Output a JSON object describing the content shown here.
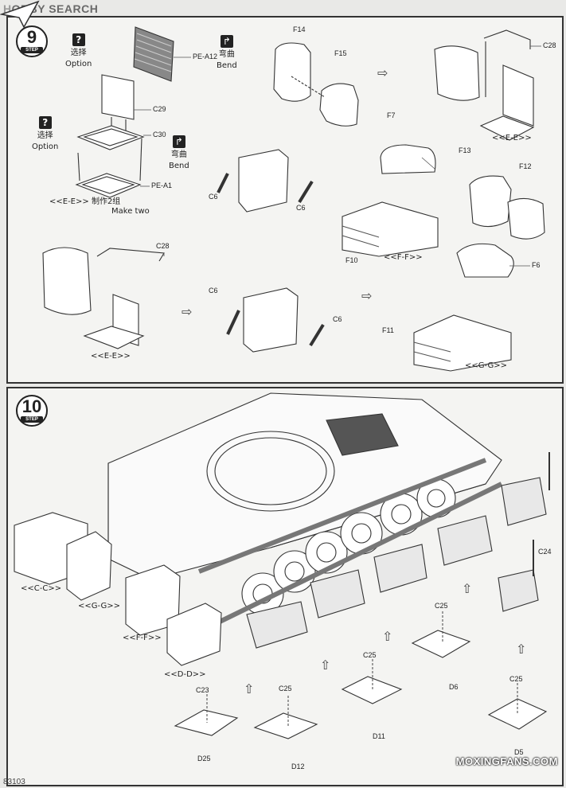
{
  "watermark": {
    "hobby": "H",
    "obby": "OBBY",
    "search": "SEARCH"
  },
  "step9": {
    "number": "9",
    "step_tag": "STEP",
    "option1": {
      "cn": "选择",
      "en": "Option"
    },
    "option2": {
      "cn": "选择",
      "en": "Option"
    },
    "bend1": {
      "cn": "弯曲",
      "en": "Bend"
    },
    "bend2": {
      "cn": "弯曲",
      "en": "Bend"
    },
    "make_two_cn": "<<E-E>> 制作2组",
    "make_two_en": "Make two",
    "parts": {
      "pe_a12": "PE-A12",
      "c29": "C29",
      "c30": "C30",
      "pe_a1": "PE-A1",
      "f14": "F14",
      "f15": "F15",
      "c28_top": "C28",
      "f7": "F7",
      "f13": "F13",
      "f12": "F12",
      "f10": "F10",
      "f6": "F6",
      "f11": "F11",
      "c6_a": "C6",
      "c6_b": "C6",
      "c6_c": "C6",
      "c6_d": "C6",
      "c28_bottom": "C28"
    },
    "subassemblies": {
      "ee_top": "<<E-E>>",
      "ff": "<<F-F>>",
      "ee_bottom": "<<E-E>>",
      "gg": "<<G-G>>"
    }
  },
  "step10": {
    "number": "10",
    "step_tag": "STEP",
    "subassemblies": {
      "cc": "<<C-C>>",
      "gg": "<<G-G>>",
      "ff": "<<F-F>>",
      "dd": "<<D-D>>"
    },
    "parts": {
      "c24": "C24",
      "c25_a": "C25",
      "d6": "D6",
      "c25_b": "C25",
      "d11": "D11",
      "c25_c": "C25",
      "d12": "D12",
      "c23": "C23",
      "d25": "D25",
      "c25_d": "C25",
      "d5": "D5"
    }
  },
  "footer": {
    "page_code": "83103",
    "brand": "MOXINGFANS.COM"
  }
}
